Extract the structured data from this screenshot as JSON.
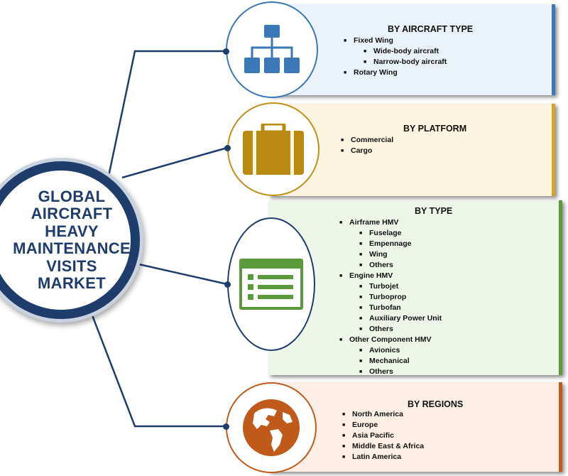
{
  "center": {
    "title": "GLOBAL\nAIRCRAFT\nHEAVY\nMAINTENANCE\nVISITS\nMARKET"
  },
  "colors": {
    "navy": "#1f3d6b",
    "blue": "#3a78b8",
    "gold": "#c08f1a",
    "green": "#5a9a3a",
    "orange": "#c05a1a"
  },
  "segments": [
    {
      "icon": "hierarchy-icon",
      "title": "BY AIRCRAFT TYPE",
      "items": [
        {
          "label": "Fixed Wing",
          "sub": [
            "Wide-body aircraft",
            "Narrow-body aircraft"
          ]
        },
        {
          "label": "Rotary Wing",
          "sub": []
        }
      ]
    },
    {
      "icon": "briefcase-icon",
      "title": "BY PLATFORM",
      "items": [
        {
          "label": "Commercial",
          "sub": []
        },
        {
          "label": "Cargo",
          "sub": []
        }
      ]
    },
    {
      "icon": "list-window-icon",
      "title": "BY TYPE",
      "items": [
        {
          "label": "Airframe HMV",
          "sub": [
            "Fuselage",
            "Empennage",
            "Wing",
            "Others"
          ]
        },
        {
          "label": "Engine HMV",
          "sub": [
            "Turbojet",
            "Turboprop",
            "Turbofan",
            "Auxiliary Power Unit",
            "Others"
          ]
        },
        {
          "label": "Other Component HMV",
          "sub": [
            "Avionics",
            "Mechanical",
            "Others"
          ]
        }
      ]
    },
    {
      "icon": "globe-icon",
      "title": "BY REGIONS",
      "items": [
        {
          "label": "North America",
          "sub": []
        },
        {
          "label": "Europe",
          "sub": []
        },
        {
          "label": "Asia Pacific",
          "sub": []
        },
        {
          "label": "Middle East & Africa",
          "sub": []
        },
        {
          "label": "Latin America",
          "sub": []
        }
      ]
    }
  ]
}
